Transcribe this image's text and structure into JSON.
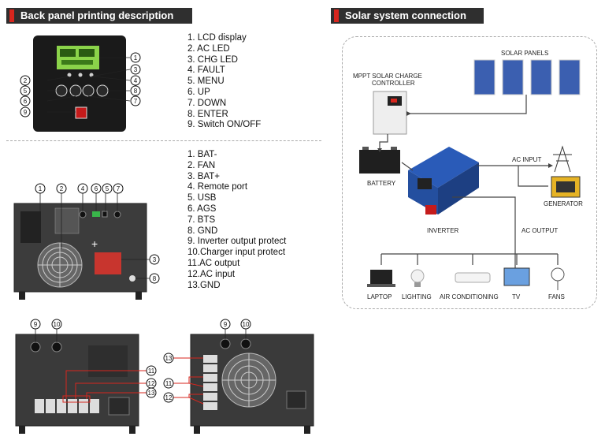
{
  "back_panel": {
    "title": "Back panel printing description",
    "items": [
      "1.  LCD display",
      "2.  AC LED",
      "3.  CHG LED",
      "4.  FAULT",
      "5.  MENU",
      "6.  UP",
      "7.  DOWN",
      "8.  ENTER",
      "9.  Switch ON/OFF"
    ],
    "ports": [
      "1.  BAT-",
      "2.  FAN",
      "3.  BAT+",
      "4.  Remote port",
      "5.  USB",
      "6.  AGS",
      "7.  BTS",
      "8.  GND",
      "9.  Inverter output protect",
      "10.Charger input protect",
      "11.AC output",
      "12.AC input",
      "13.GND"
    ],
    "callouts_panel": [
      "1",
      "2",
      "3",
      "4",
      "5",
      "6",
      "7",
      "8",
      "9"
    ],
    "callouts_side": [
      "1",
      "2",
      "4",
      "6",
      "5",
      "7",
      "3",
      "8"
    ],
    "callouts_bottom_left": [
      "9",
      "10",
      "11",
      "12",
      "13"
    ],
    "callouts_bottom_right": [
      "9",
      "10",
      "13",
      "11",
      "12"
    ]
  },
  "solar": {
    "title": "Solar system connection",
    "solar_panels": "SOLAR PANELS",
    "controller_line1": "MPPT SOLAR CHARGE",
    "controller_line2": "CONTROLLER",
    "battery": "BATTERY",
    "ac_input": "AC INPUT",
    "generator": "GENERATOR",
    "inverter": "INVERTER",
    "ac_output": "AC OUTPUT",
    "loads": [
      "LAPTOP",
      "LIGHTING",
      "AIR CONDITIONING",
      "TV",
      "FANS"
    ]
  },
  "colors": {
    "header_bg": "#2f2f2f",
    "accent": "#d7261e",
    "inverter_blue": "#2a5bb8"
  }
}
